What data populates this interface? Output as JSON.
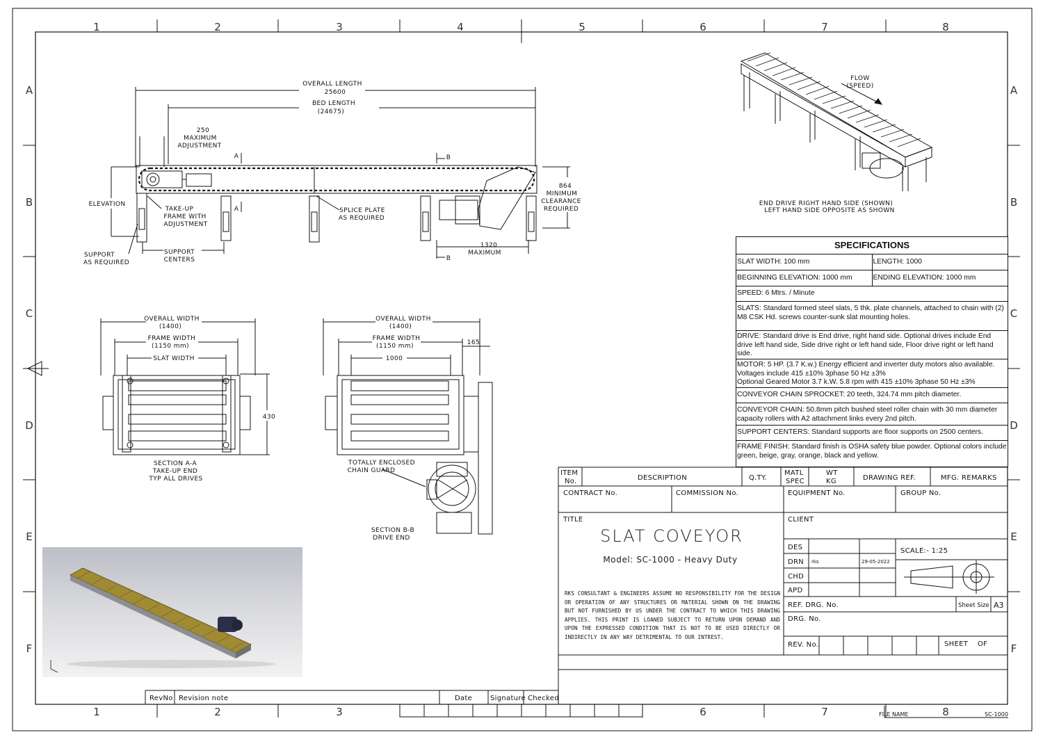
{
  "grid": {
    "columns": [
      "1",
      "2",
      "3",
      "4",
      "5",
      "6",
      "7",
      "8"
    ],
    "rows": [
      "A",
      "B",
      "C",
      "D",
      "E",
      "F"
    ]
  },
  "elevation_view": {
    "overall_length_label": "OVERALL LENGTH",
    "overall_length_value": "25600",
    "bed_length_label": "BED LENGTH",
    "bed_length_value": "(24675)",
    "adjust_value": "250",
    "adjust_line1": "MAXIMUM",
    "adjust_line2": "ADJUSTMENT",
    "elevation_label": "ELEVATION",
    "takeup_line1": "TAKE-UP",
    "takeup_line2": "FRAME WITH",
    "takeup_line3": "ADJUSTMENT",
    "support_line1": "SUPPORT",
    "support_line2": "AS REQUIRED",
    "centers_line1": "SUPPORT",
    "centers_line2": "CENTERS",
    "splice_line1": "SPLICE PLATE",
    "splice_line2": "AS REQUIRED",
    "clearance_value": "864",
    "clearance_line1": "MINIMUM",
    "clearance_line2": "CLEARANCE",
    "clearance_line3": "REQUIRED",
    "max_value": "1320",
    "max_label": "MAXIMUM",
    "sec_a": "A",
    "sec_b": "B"
  },
  "section_aa": {
    "overall_width_label": "OVERALL WIDTH",
    "overall_width_value": "(1400)",
    "frame_width_label": "FRAME WIDTH",
    "frame_width_value": "(1150 mm)",
    "slat_width_label": "SLAT WIDTH",
    "height_value": "430",
    "caption1": "SECTION A-A",
    "caption2": "TAKE-UP END",
    "caption3": "TYP ALL DRIVES"
  },
  "section_bb": {
    "overall_width_label": "OVERALL WIDTH",
    "overall_width_value": "(1400)",
    "frame_width_label": "FRAME WIDTH",
    "frame_width_value": "(1150 mm)",
    "slat_value": "1000",
    "offset_value": "165",
    "guard_line1": "TOTALLY ENCLOSED",
    "guard_line2": "CHAIN GUARD",
    "caption1": "SECTION B-B",
    "caption2": "DRIVE END"
  },
  "iso_view": {
    "flow_label": "FLOW",
    "speed_label": "(SPEED)",
    "note_line1": "END DRIVE RIGHT HAND SIDE (SHOWN)",
    "note_line2": "LEFT HAND SIDE OPPOSITE AS SHOWN"
  },
  "specifications": {
    "title": "SPECIFICATIONS",
    "slat_width": "SLAT WIDTH: 100 mm",
    "length": "LENGTH: 1000",
    "beginning_elevation": "BEGINNING ELEVATION: 1000 mm",
    "ending_elevation": "ENDING ELEVATION: 1000 mm",
    "speed": "SPEED: 6 Mtrs. / Minute",
    "slats": "SLATS: Standard formed steel slats, 5 thk. plate channels, attached to chain with (2) M8 CSK Hd. screws counter-sunk slat mounting holes.",
    "drive": "DRIVE: Standard drive is End drive, right hand side. Optional drives include End drive left hand side, Side drive right or left hand side, Floor drive right or left hand side.",
    "motor_line1": "MOTOR: 5 HP. (3.7 K.w.) Energy efficient and inverter duty motors also available. Voltages include 415 ±10% 3phase 50 Hz ±3%",
    "motor_line2": "Optional Geared Motor 3.7 k.W. 5.8 rpm with 415 ±10% 3phase 50 Hz ±3%",
    "sprocket": "CONVEYOR CHAIN SPROCKET: 20 teeth, 324.74 mm pitch diameter.",
    "chain": "CONVEYOR CHAIN: 50.8mm pitch bushed steel roller chain with 30 mm diameter capacity rollers with A2 attachment links every 2nd pitch.",
    "support_centers": "SUPPORT CENTERS: Standard supports are floor supports on 2500 centers.",
    "frame_finish": "FRAME FINISH: Standard finish is OSHA safety blue powder. Optional colors include green, beige, gray, orange, black and yellow."
  },
  "title_block": {
    "item_no_1": "ITEM",
    "item_no_2": "No.",
    "description": "DESCRIPTION",
    "qty": "Q.TY.",
    "matl_1": "MATL",
    "matl_2": "SPEC",
    "wt_1": "WT",
    "wt_2": "KG",
    "drawing_ref": "DRAWING REF.",
    "mfg_remarks": "MFG. REMARKS",
    "contract_no": "CONTRACT No.",
    "commission_no": "COMMISSION No.",
    "equipment_no": "EQUIPMENT No.",
    "group_no": "GROUP No.",
    "title_label": "TITLE",
    "title_value": "SLAT COVEYOR",
    "model_value": "Model: SC-1000 - Heavy Duty",
    "client_label": "CLIENT",
    "des": "DES",
    "drn": "DRN",
    "drn_name": "rks",
    "drn_date": "29-05-2022",
    "chd": "CHD",
    "apd": "APD",
    "scale": "SCALE:- 1:25",
    "ref_drg": "REF. DRG. No.",
    "sheet_size_label": "Sheet Size",
    "sheet_size_value": "A3",
    "drg_no": "DRG. No.",
    "rev_no": "REV. No.",
    "sheet": "SHEET",
    "of": "OF",
    "disclaimer": "RKS CONSULTANT & ENGINEERS ASSUME NO RESPONSIBILITY FOR THE DESIGN OR OPERATION OF ANY STRUCTURES OR MATERIAL SHOWN ON THE DRAWING BUT NOT FURNISHED BY US UNDER THE CONTRACT TO WHICH THIS DRAWING APPLIES. THIS PRINT IS LOANED SUBJECT TO RETURN UPON DEMAND AND UPON THE EXPRESSED CONDITION THAT IS NOT TO BE USED DIRECTLY OR INDIRECTLY IN ANY WAY DETRIMENTAL TO OUR INTREST."
  },
  "revision_block": {
    "rev_no": "RevNo",
    "revision_note": "Revision note",
    "date": "Date",
    "signature": "Signature",
    "checked": "Checked"
  },
  "file_name_label": "FILE NAME",
  "file_name_value": "SC-1000"
}
